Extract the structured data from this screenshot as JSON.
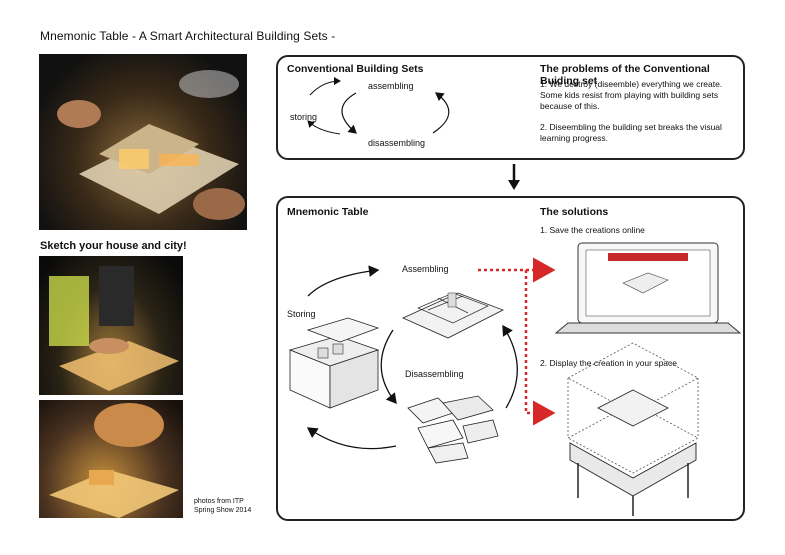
{
  "page_title": "Mnemonic Table - A Smart Architectural Building Sets -",
  "photos": {
    "sketch_caption": "Sketch your house and city!",
    "credit_line1": "photos from ITP",
    "credit_line2": "Spring Show 2014"
  },
  "conventional": {
    "title": "Conventional Building Sets",
    "cycle": {
      "assembling": "assembling",
      "storing": "storing",
      "disassembling": "disassembling"
    },
    "problems_title": "The problems of the Conventional Buiding set",
    "problem1_line1": "1.  We destroy (diseemble) everything we create.",
    "problem1_line2": "Some kids resist from playing with building sets",
    "problem1_line3": "because of this.",
    "problem2_line1": "2. Diseembling the building set breaks the visual",
    "problem2_line2": "learning progress."
  },
  "mnemonic": {
    "title": "Mnemonic Table",
    "cycle": {
      "assembling": "Assembling",
      "storing": "Storing",
      "disassembling": "Disassembling"
    },
    "solutions_title": "The solutions",
    "solution1": "1. Save the creations online",
    "solution2": "2. Display the creation in your space"
  },
  "colors": {
    "accent_dotted_arrow": "#d62828",
    "panel_border": "#222222"
  }
}
